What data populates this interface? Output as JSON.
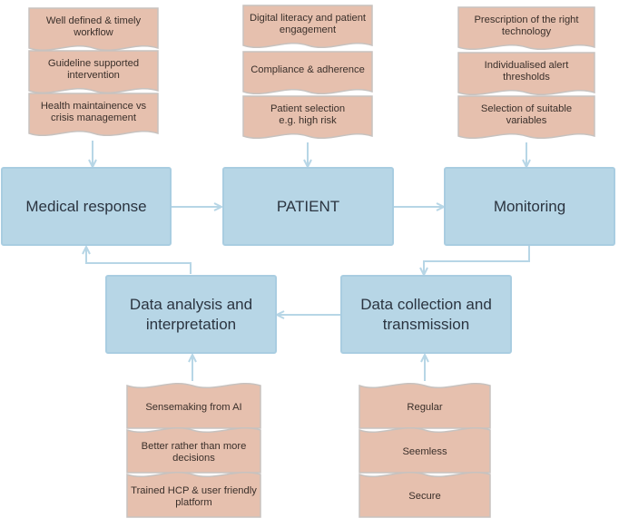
{
  "colors": {
    "node_fill": "#b7d6e6",
    "node_border": "#a9cde1",
    "note_fill": "#e6c0ae",
    "note_border": "#c7c2bf",
    "connector": "#b7d6e6"
  },
  "nodes": {
    "medical_response": "Medical response",
    "patient": "PATIENT",
    "monitoring": "Monitoring",
    "data_analysis": "Data analysis and\ninterpretation",
    "data_collection": "Data collection and\ntransmission"
  },
  "notes": {
    "medical_response": [
      "Well defined & timely\nworkflow",
      "Guideline supported\nintervention",
      "Health maintainence vs\ncrisis management"
    ],
    "patient": [
      "Digital literacy and patient\nengagement",
      "Compliance & adherence",
      "Patient selection\ne.g. high risk"
    ],
    "monitoring": [
      "Prescription of the right\ntechnology",
      "Individualised alert\nthresholds",
      "Selection of suitable\nvariables"
    ],
    "data_analysis": [
      "Sensemaking from AI",
      "Better rather than more\ndecisions",
      "Trained HCP & user friendly\nplatform"
    ],
    "data_collection": [
      "Regular",
      "Seemless",
      "Secure"
    ]
  }
}
